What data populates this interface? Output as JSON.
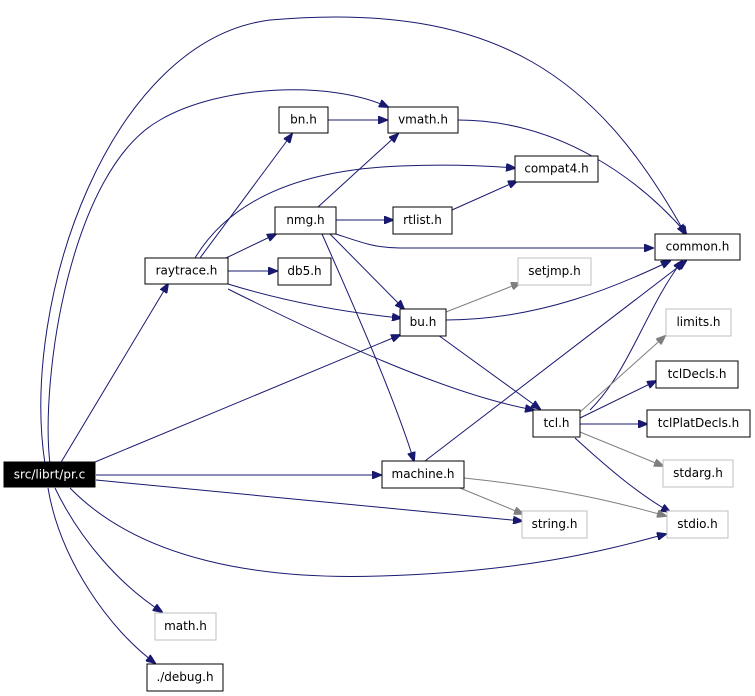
{
  "colors": {
    "edge": "#191970",
    "edge_light": "#7f7f7f",
    "node_border": "#000000",
    "node_border_missing": "#bfbfbf",
    "root_fill": "#000000",
    "root_text": "#ffffff"
  },
  "nodes": {
    "pr_c": "src/librt/pr.c",
    "raytrace_h": "raytrace.h",
    "bn_h": "bn.h",
    "vmath_h": "vmath.h",
    "compat4_h": "compat4.h",
    "nmg_h": "nmg.h",
    "rtlist_h": "rtlist.h",
    "common_h": "common.h",
    "db5_h": "db5.h",
    "setjmp_h": "setjmp.h",
    "bu_h": "bu.h",
    "limits_h": "limits.h",
    "tclDecls_h": "tclDecls.h",
    "tcl_h": "tcl.h",
    "tclPlatDecls_h": "tclPlatDecls.h",
    "stdarg_h": "stdarg.h",
    "machine_h": "machine.h",
    "stdio_h": "stdio.h",
    "string_h": "string.h",
    "math_h": "math.h",
    "debug_h": "./debug.h"
  },
  "edges": [
    [
      "pr_c",
      "raytrace_h"
    ],
    [
      "pr_c",
      "vmath_h"
    ],
    [
      "pr_c",
      "common_h"
    ],
    [
      "pr_c",
      "bu_h"
    ],
    [
      "pr_c",
      "machine_h"
    ],
    [
      "pr_c",
      "string_h"
    ],
    [
      "pr_c",
      "stdio_h"
    ],
    [
      "pr_c",
      "math_h"
    ],
    [
      "pr_c",
      "debug_h"
    ],
    [
      "raytrace_h",
      "bn_h"
    ],
    [
      "raytrace_h",
      "compat4_h"
    ],
    [
      "raytrace_h",
      "nmg_h"
    ],
    [
      "raytrace_h",
      "db5_h"
    ],
    [
      "raytrace_h",
      "bu_h"
    ],
    [
      "raytrace_h",
      "tcl_h"
    ],
    [
      "bn_h",
      "vmath_h"
    ],
    [
      "vmath_h",
      "common_h"
    ],
    [
      "nmg_h",
      "vmath_h"
    ],
    [
      "nmg_h",
      "rtlist_h"
    ],
    [
      "nmg_h",
      "common_h"
    ],
    [
      "nmg_h",
      "bu_h"
    ],
    [
      "nmg_h",
      "machine_h"
    ],
    [
      "rtlist_h",
      "compat4_h"
    ],
    [
      "bu_h",
      "setjmp_h"
    ],
    [
      "bu_h",
      "common_h"
    ],
    [
      "bu_h",
      "tcl_h"
    ],
    [
      "tcl_h",
      "common_h"
    ],
    [
      "tcl_h",
      "limits_h"
    ],
    [
      "tcl_h",
      "tclDecls_h"
    ],
    [
      "tcl_h",
      "tclPlatDecls_h"
    ],
    [
      "tcl_h",
      "stdarg_h"
    ],
    [
      "tcl_h",
      "stdio_h"
    ],
    [
      "machine_h",
      "common_h"
    ],
    [
      "machine_h",
      "stdio_h"
    ],
    [
      "machine_h",
      "string_h"
    ]
  ]
}
